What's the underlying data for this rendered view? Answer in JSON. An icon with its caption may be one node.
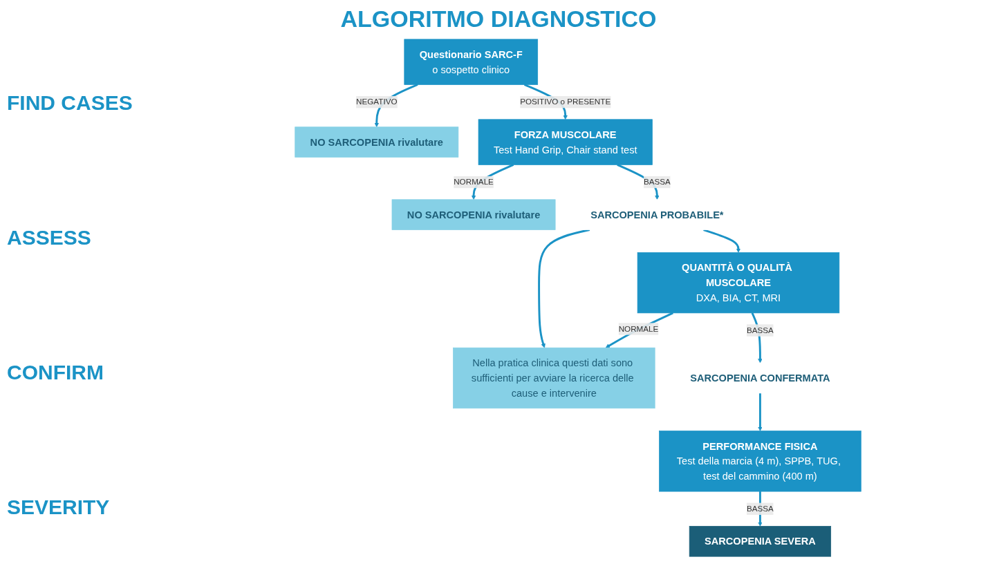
{
  "diagram": {
    "title": "ALGORITMO DIAGNOSTICO",
    "nodes": [
      {
        "text": [
          "Questionario SARC-F",
          "o sospetto clinico"
        ]
      },
      {
        "text": [
          "NO SARCOPENIA rivalutare"
        ]
      },
      {
        "text": [
          "FORZA MUSCOLARE",
          "Test Hand Grip, Chair stand test"
        ]
      },
      {
        "text": [
          "NO SARCOPENIA rivalutare"
        ]
      },
      {
        "text": [
          "SARCOPENIA PROBABILE*"
        ]
      },
      {
        "text": [
          "Nella pratica clinica questi dati sono sufficienti per avviare la ricerca delle cause e intervenire"
        ]
      },
      {
        "text": [
          "QUANTITÀ O QUALITÀ MUSCOLARE",
          "DXA, BIA, CT, MRI"
        ]
      },
      {
        "text": [
          "SARCOPENIA CONFERMATA"
        ]
      },
      {
        "text": [
          "PERFORMANCE FISICA",
          "Test della marcia (4 m), SPPB, TUG, test del cammino (400 m)"
        ]
      },
      {
        "text": [
          "SARCOPENIA SEVERA"
        ]
      }
    ],
    "edges": [
      {
        "from": 0,
        "to": 1,
        "arrow": "to",
        "label": "NEGATIVO"
      },
      {
        "from": 0,
        "to": 2,
        "arrow": "to",
        "label": "POSITIVO o PRESENTE"
      },
      {
        "from": 2,
        "to": 3,
        "arrow": "to",
        "label": "NORMALE"
      },
      {
        "from": 2,
        "to": 4,
        "arrow": "to",
        "label": "BASSA"
      },
      {
        "from": 4,
        "to": 5,
        "arrow": "to"
      },
      {
        "from": 4,
        "to": 6,
        "arrow": "to"
      },
      {
        "from": 6,
        "to": 5,
        "arrow": "to",
        "label": "NORMALE"
      },
      {
        "from": 6,
        "to": 7,
        "arrow": "to",
        "label": "BASSA"
      },
      {
        "from": 7,
        "to": 8,
        "arrow": "to"
      },
      {
        "from": 8,
        "to": 9,
        "arrow": "to",
        "label": "BASSA"
      }
    ],
    "labels": [
      "FIND CASES",
      "ASSESS",
      "CONFIRM",
      "SEVERITY"
    ]
  }
}
